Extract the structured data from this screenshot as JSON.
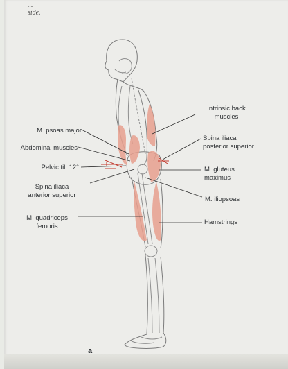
{
  "caption_fragment": "side.",
  "panel_letter": "a",
  "labels": {
    "psoas_major": "M. psoas major",
    "abdominal_muscles": "Abdominal muscles",
    "pelvic_tilt": "Pelvic tilt 12°",
    "spina_iliaca_ant_1": "Spina iliaca",
    "spina_iliaca_ant_2": "anterior superior",
    "quadriceps_1": "M. quadriceps",
    "quadriceps_2": "femoris",
    "intrinsic_back_1": "Intrinsic back",
    "intrinsic_back_2": "muscles",
    "spina_iliaca_post_1": "Spina iliaca",
    "spina_iliaca_post_2": "posterior superior",
    "gluteus_1": "M. gluteus",
    "gluteus_2": "maximus",
    "iliopsoas": "M. iliopsoas",
    "hamstrings": "Hamstrings"
  },
  "colors": {
    "muscle": "#e8a08f",
    "outline": "#6f6f6f",
    "leader": "#2f2f2f"
  }
}
